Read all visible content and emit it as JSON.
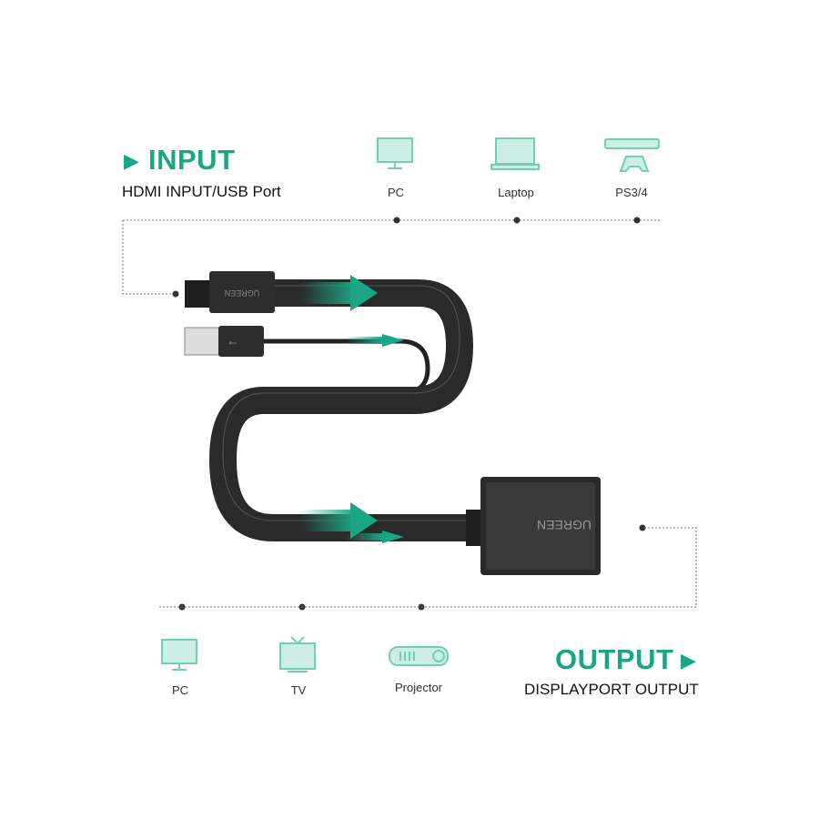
{
  "input": {
    "title": "INPUT",
    "subtitle": "HDMI INPUT/USB Port",
    "devices": [
      {
        "label": "PC",
        "icon": "monitor-icon"
      },
      {
        "label": "Laptop",
        "icon": "laptop-icon"
      },
      {
        "label": "PS3/4",
        "icon": "game-console-icon"
      }
    ]
  },
  "output": {
    "title": "OUTPUT",
    "subtitle": "DISPLAYPORT OUTPUT",
    "devices": [
      {
        "label": "PC",
        "icon": "monitor-icon"
      },
      {
        "label": "TV",
        "icon": "tv-icon"
      },
      {
        "label": "Projector",
        "icon": "projector-icon"
      }
    ]
  },
  "brand": "UGREEN",
  "colors": {
    "accent": "#1aa585",
    "icon": "#6fd0b5",
    "icon_fill": "#cdeee4",
    "cable": "#2a2a2a"
  }
}
